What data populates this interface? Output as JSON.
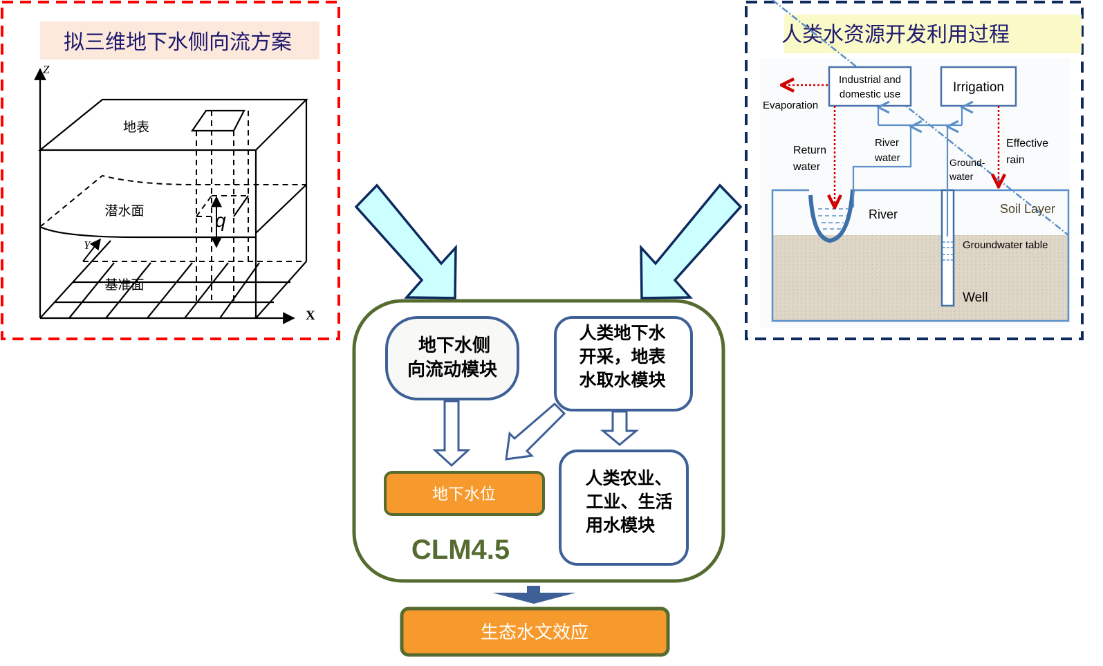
{
  "left_panel": {
    "title": "拟三维地下水侧向流方案",
    "title_bg": "#fce9dc",
    "title_color": "#1f1a6e",
    "border_color": "#ff0000",
    "labels": {
      "surface": "地表",
      "water_table": "潜水面",
      "datum": "基准面",
      "flux": "q",
      "axis_z": "Z",
      "axis_y": "Y",
      "axis_x": "X"
    }
  },
  "right_panel": {
    "title": "人类水资源开发利用过程",
    "title_bg": "#fafac8",
    "title_color": "#1f1a6e",
    "border_color": "#0d2a5e",
    "boxes": {
      "industrial_line1": "Industrial and",
      "industrial_line2": "domestic use",
      "irrigation": "Irrigation"
    },
    "labels": {
      "evaporation": "Evaporation",
      "return_line1": "Return",
      "return_line2": "water",
      "river_water_line1": "River",
      "river_water_line2": "water",
      "groundwater_line1": "Ground-",
      "groundwater_line2": "water",
      "effective_line1": "Effective",
      "effective_line2": "rain",
      "river": "River",
      "soil_layer": "Soil Layer",
      "gw_table": "Groundwater table",
      "well": "Well"
    }
  },
  "center": {
    "model_name": "CLM4.5",
    "model_color": "#556b2f",
    "lateral_module": [
      "地下水侧",
      "向流动模块"
    ],
    "extraction_module": [
      "人类地下水",
      "开采，地表",
      "水取水模块"
    ],
    "water_use_module": [
      "人类农业、",
      "工业、生活",
      "用水模块"
    ],
    "water_table_box": "地下水位",
    "output_box": "生态水文效应",
    "orange": "#f79a2e"
  }
}
